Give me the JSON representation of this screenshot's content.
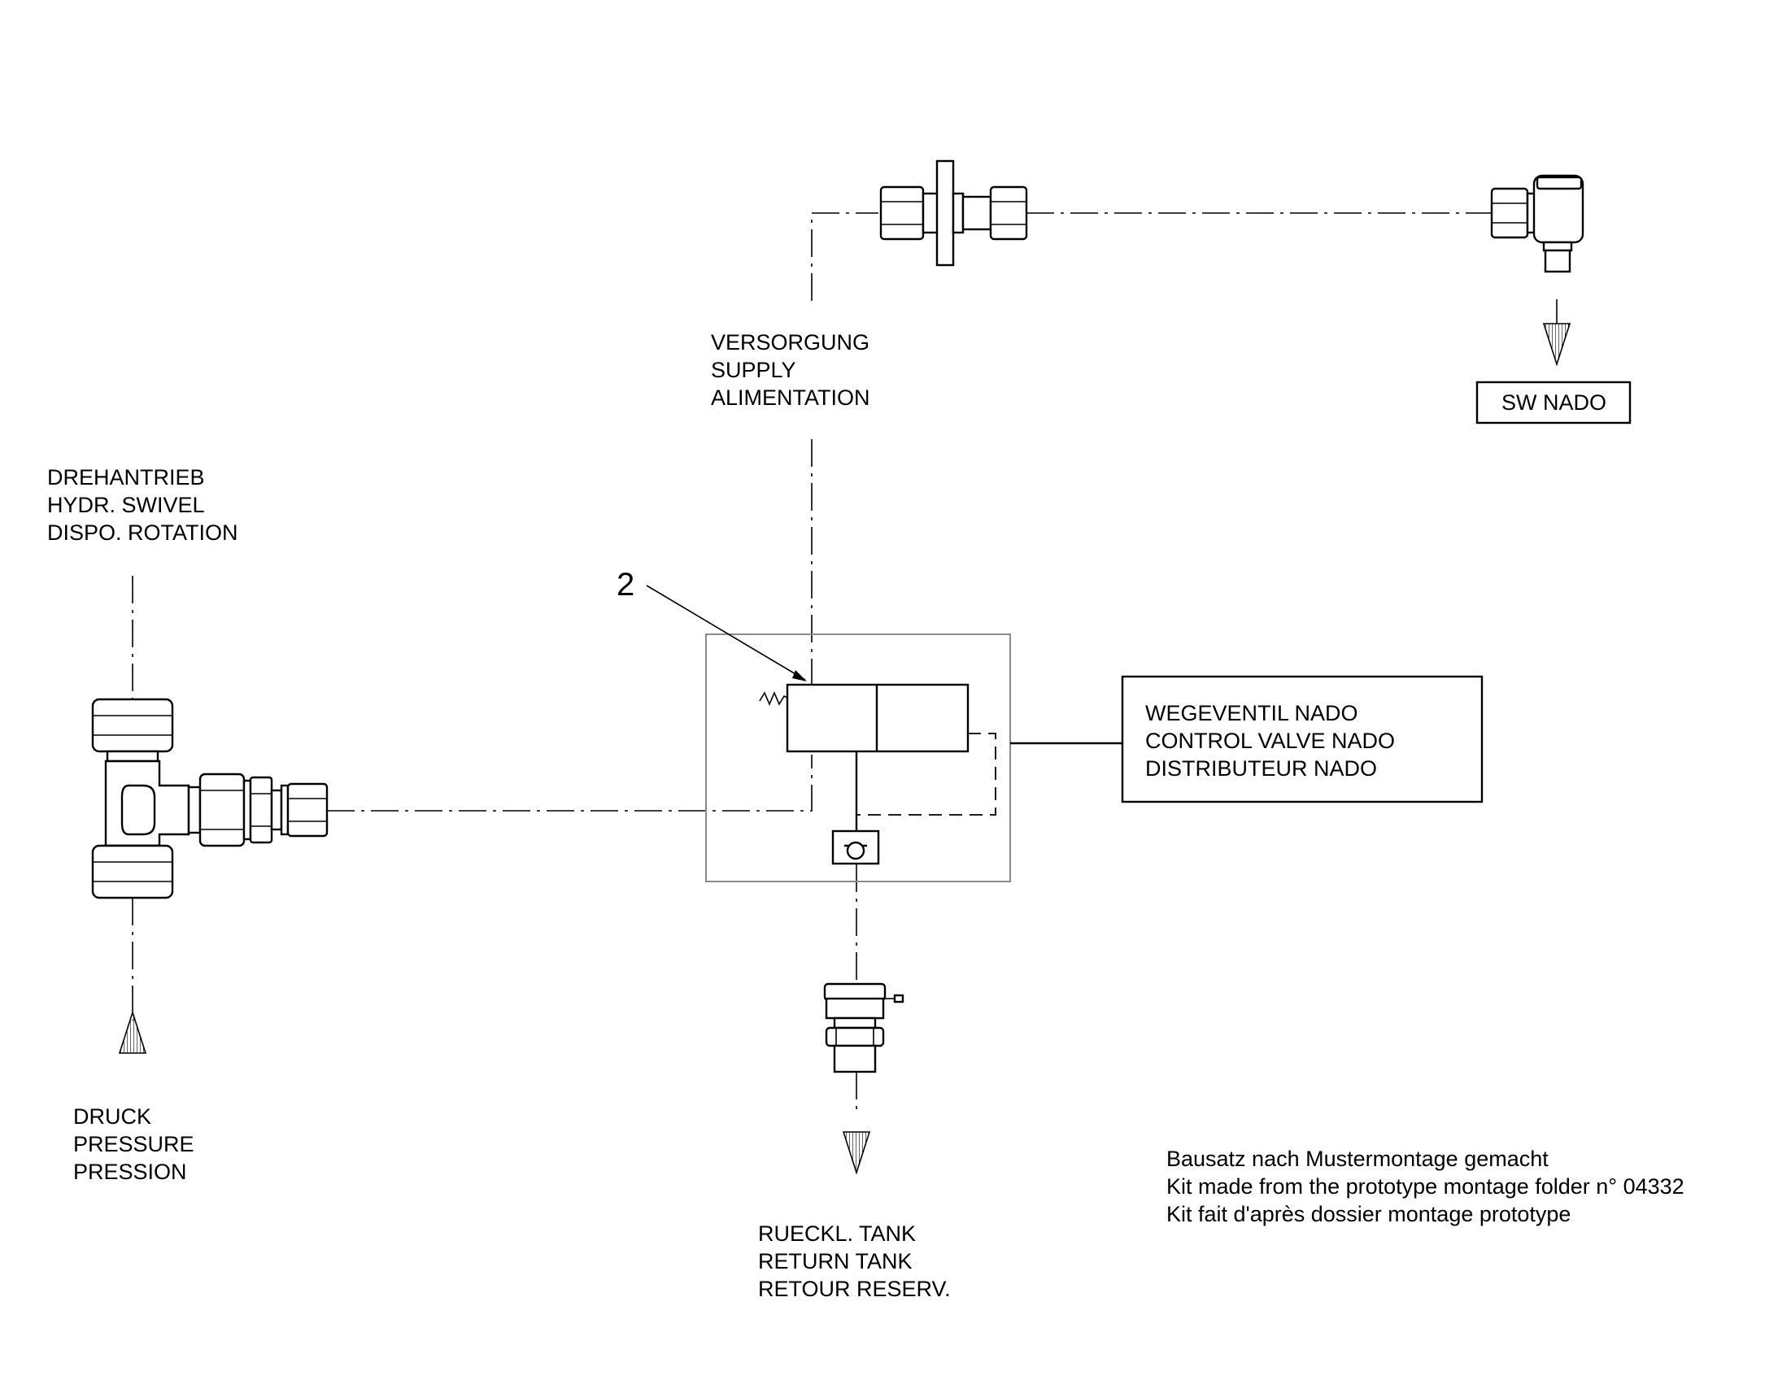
{
  "labels": {
    "supply": [
      "VERSORGUNG",
      "SUPPLY",
      "ALIMENTATION"
    ],
    "swivel": [
      "DREHANTRIEB",
      "HYDR. SWIVEL",
      "DISPO. ROTATION"
    ],
    "pressure": [
      "DRUCK",
      "PRESSURE",
      "PRESSION"
    ],
    "return_tank": [
      "RUECKL. TANK",
      "RETURN TANK",
      "RETOUR RESERV."
    ],
    "valve": [
      "WEGEVENTIL NADO",
      "CONTROL VALVE NADO",
      "DISTRIBUTEUR NADO"
    ],
    "sw_nado": "SW NADO",
    "item_number": "2",
    "note": [
      "Bausatz nach Mustermontage gemacht",
      "Kit made from the prototype montage folder n° 04332",
      "Kit fait d'après dossier montage prototype"
    ]
  }
}
